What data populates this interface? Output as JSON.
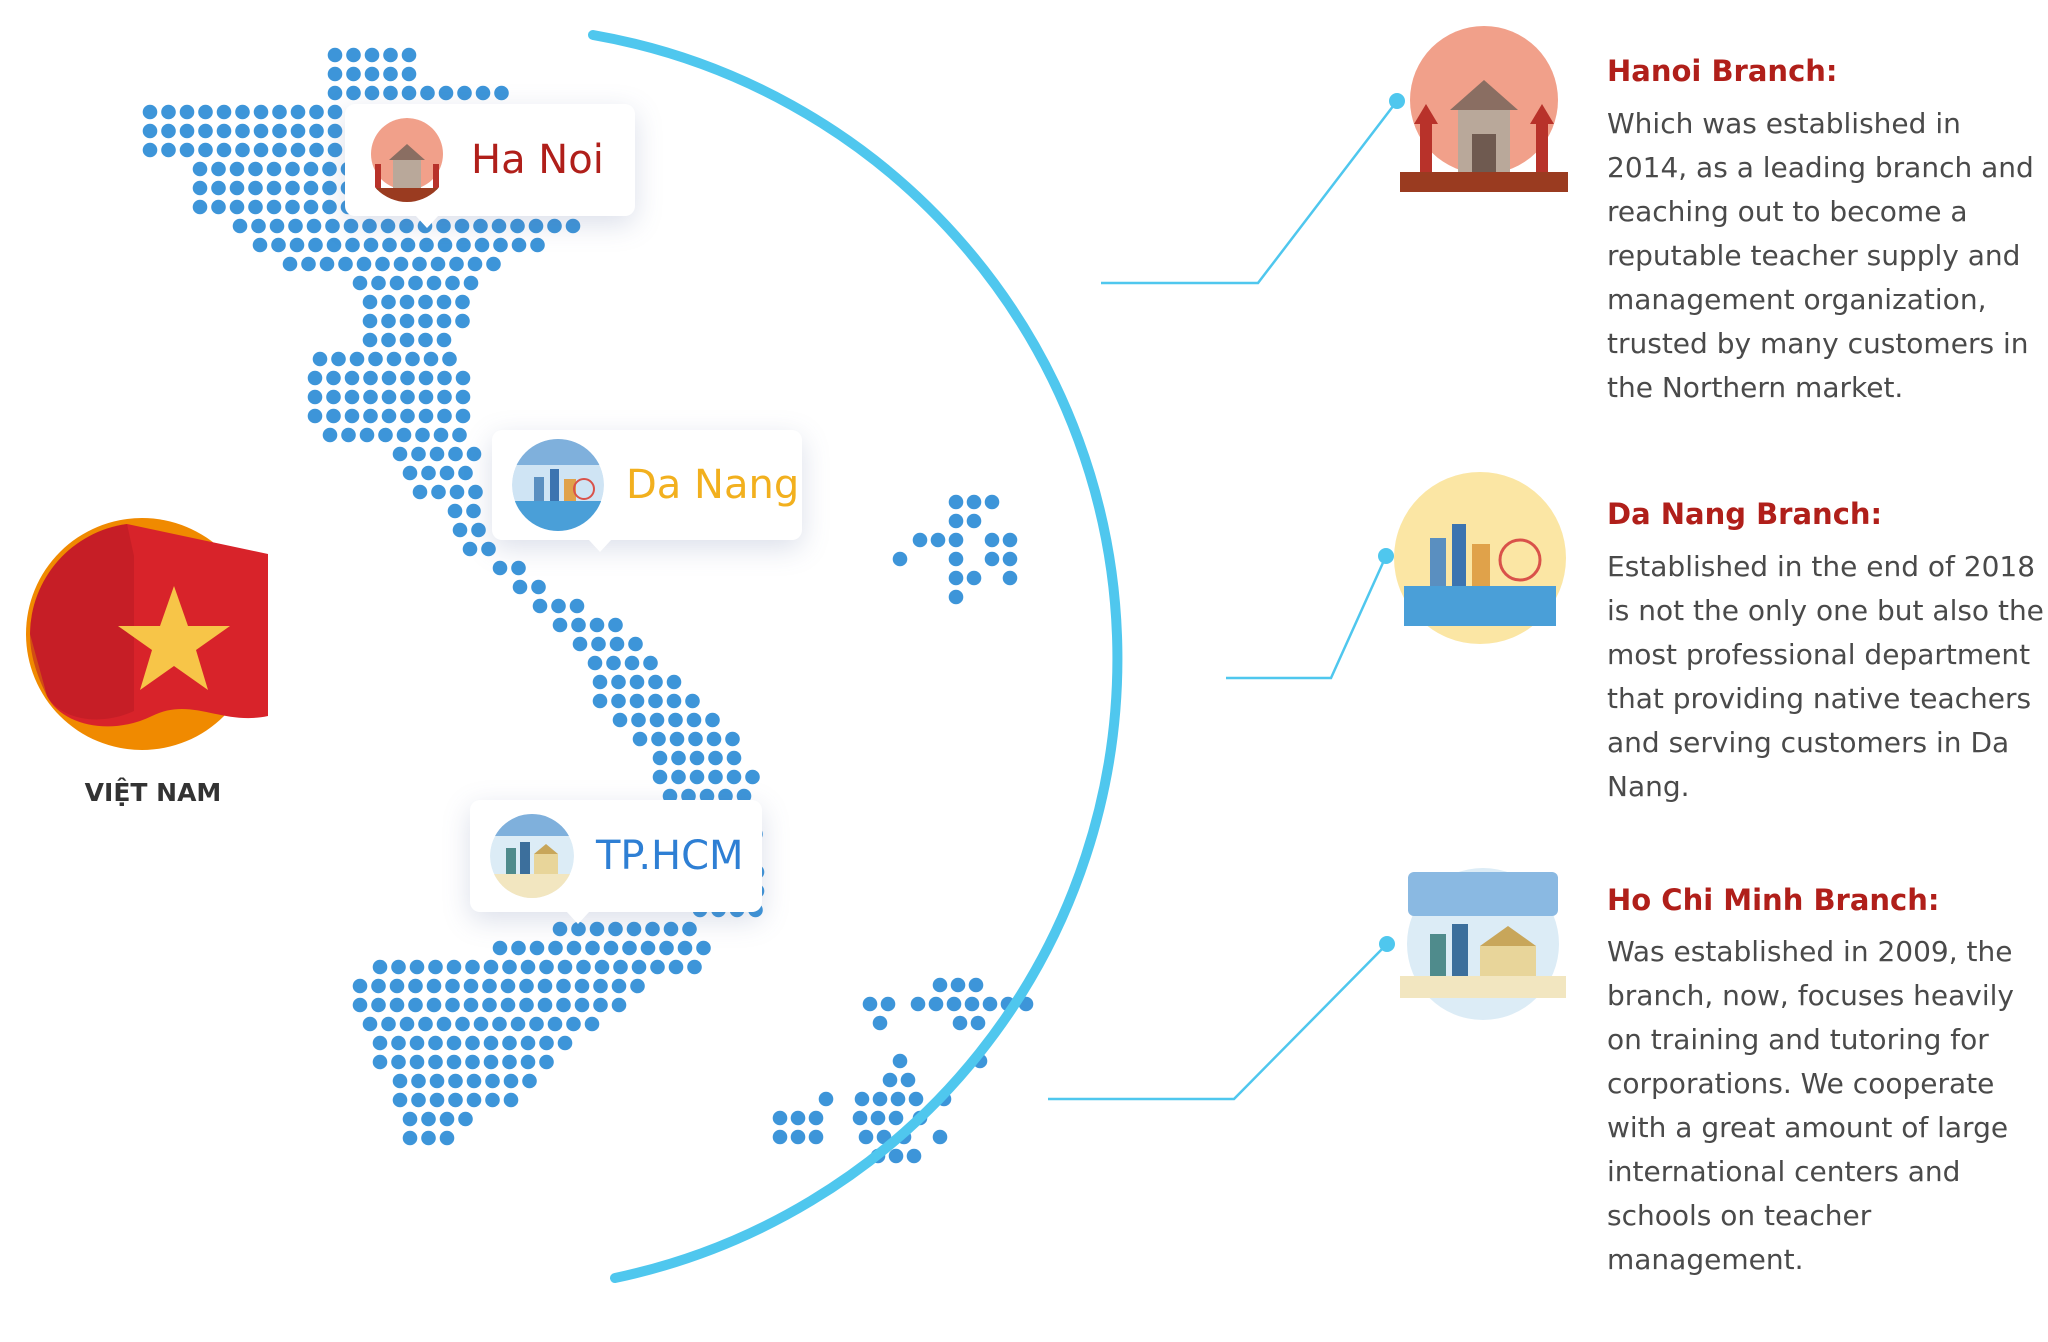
{
  "colors": {
    "dot": "#3d95d9",
    "arc": "#4fc7ee",
    "title_red": "#b01f1a",
    "hanoi_label": "#b01f1a",
    "danang_label": "#f2b01e",
    "hcm_label": "#2e7fd4",
    "flag_red": "#d8232a",
    "flag_star": "#f7c548",
    "flag_ring": "#f08a00"
  },
  "country": {
    "label": "VIỆT NAM",
    "icon": "vietnam-flag-icon"
  },
  "callouts": [
    {
      "label": "Ha Noi",
      "icon": "hanoi-landmark-icon"
    },
    {
      "label": "Da Nang",
      "icon": "danang-skyline-icon"
    },
    {
      "label": "TP.HCM",
      "icon": "hcm-cityhall-icon"
    }
  ],
  "branches": [
    {
      "title": "Hanoi Branch:",
      "icon": "hanoi-landmark-icon",
      "description": "Which was established in 2014, as a leading branch and reaching out to become a reputable teacher supply and management organization, trusted by many customers in the Northern market."
    },
    {
      "title": "Da Nang Branch:",
      "icon": "danang-skyline-icon",
      "description": "Established in the end of 2018 is not the only one but also the most professional department that providing native teachers and serving customers in Da Nang."
    },
    {
      "title": "Ho Chi Minh Branch:",
      "icon": "hcm-cityhall-icon",
      "description": "Was established in 2009, the branch, now, focuses heavily on training and tutoring for corporations. We cooperate with a great amount of large international centers and schools on teacher management."
    }
  ]
}
